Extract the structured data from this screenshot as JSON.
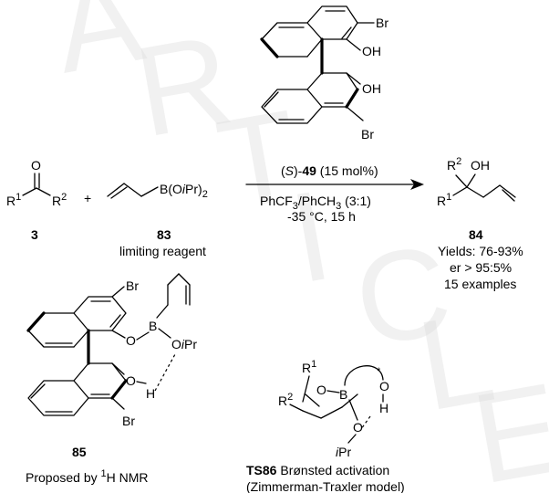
{
  "watermark": {
    "letters": [
      "A",
      "R",
      "T",
      "I",
      "C",
      "L",
      "E"
    ],
    "color": "#d9d9d9"
  },
  "catalyst": {
    "br_top": "Br",
    "oh_top": "OH",
    "oh_bottom": "OH",
    "br_bottom": "Br"
  },
  "reactant_ketone": {
    "o": "O",
    "r1": "R",
    "r1_sup": "1",
    "r2": "R",
    "r2_sup": "2",
    "label": "3"
  },
  "plus": "+",
  "reactant_boronate": {
    "group": "B(O",
    "ipr": "i",
    "pr": "Pr)",
    "sub": "2",
    "label": "83",
    "note": "limiting reagent"
  },
  "conditions": {
    "cat_open": "(",
    "cat_s": "S",
    "cat_close": ")-",
    "cat_num": "49",
    "cat_loading": " (15 mol%)",
    "solvent_a": "PhCF",
    "solvent_a_sub": "3",
    "solvent_b": "/PhCH",
    "solvent_b_sub": "3",
    "solvent_ratio": " (3:1)",
    "temp_time": "-35 °C, 15 h"
  },
  "product": {
    "r2": "R",
    "r2_sup": "2",
    "oh": "OH",
    "r1": "R",
    "r1_sup": "1",
    "label": "84",
    "yields": "Yields: 76-93%",
    "er": "er > 95:5%",
    "examples": "15 examples"
  },
  "complex_85": {
    "br_top": "Br",
    "o1": "O",
    "b": "B",
    "o_ipr_o": "O",
    "o_ipr_i": "i",
    "o_ipr_pr": "Pr",
    "o2": "O",
    "h": "H",
    "br_bottom": "Br",
    "label": "85",
    "caption_pre": "Proposed by ",
    "caption_sup": "1",
    "caption_post": "H NMR"
  },
  "ts86": {
    "r1": "R",
    "r1_sup": "1",
    "r2": "R",
    "r2_sup": "2",
    "o_ring": "O",
    "b": "B",
    "o_star": "O",
    "star": "*",
    "h": "H",
    "o_pr": "O",
    "ipr_i": "i",
    "ipr_pr": "Pr",
    "label": "TS86",
    "desc": " Brønsted activation",
    "model": "(Zimmerman-Traxler model)"
  }
}
